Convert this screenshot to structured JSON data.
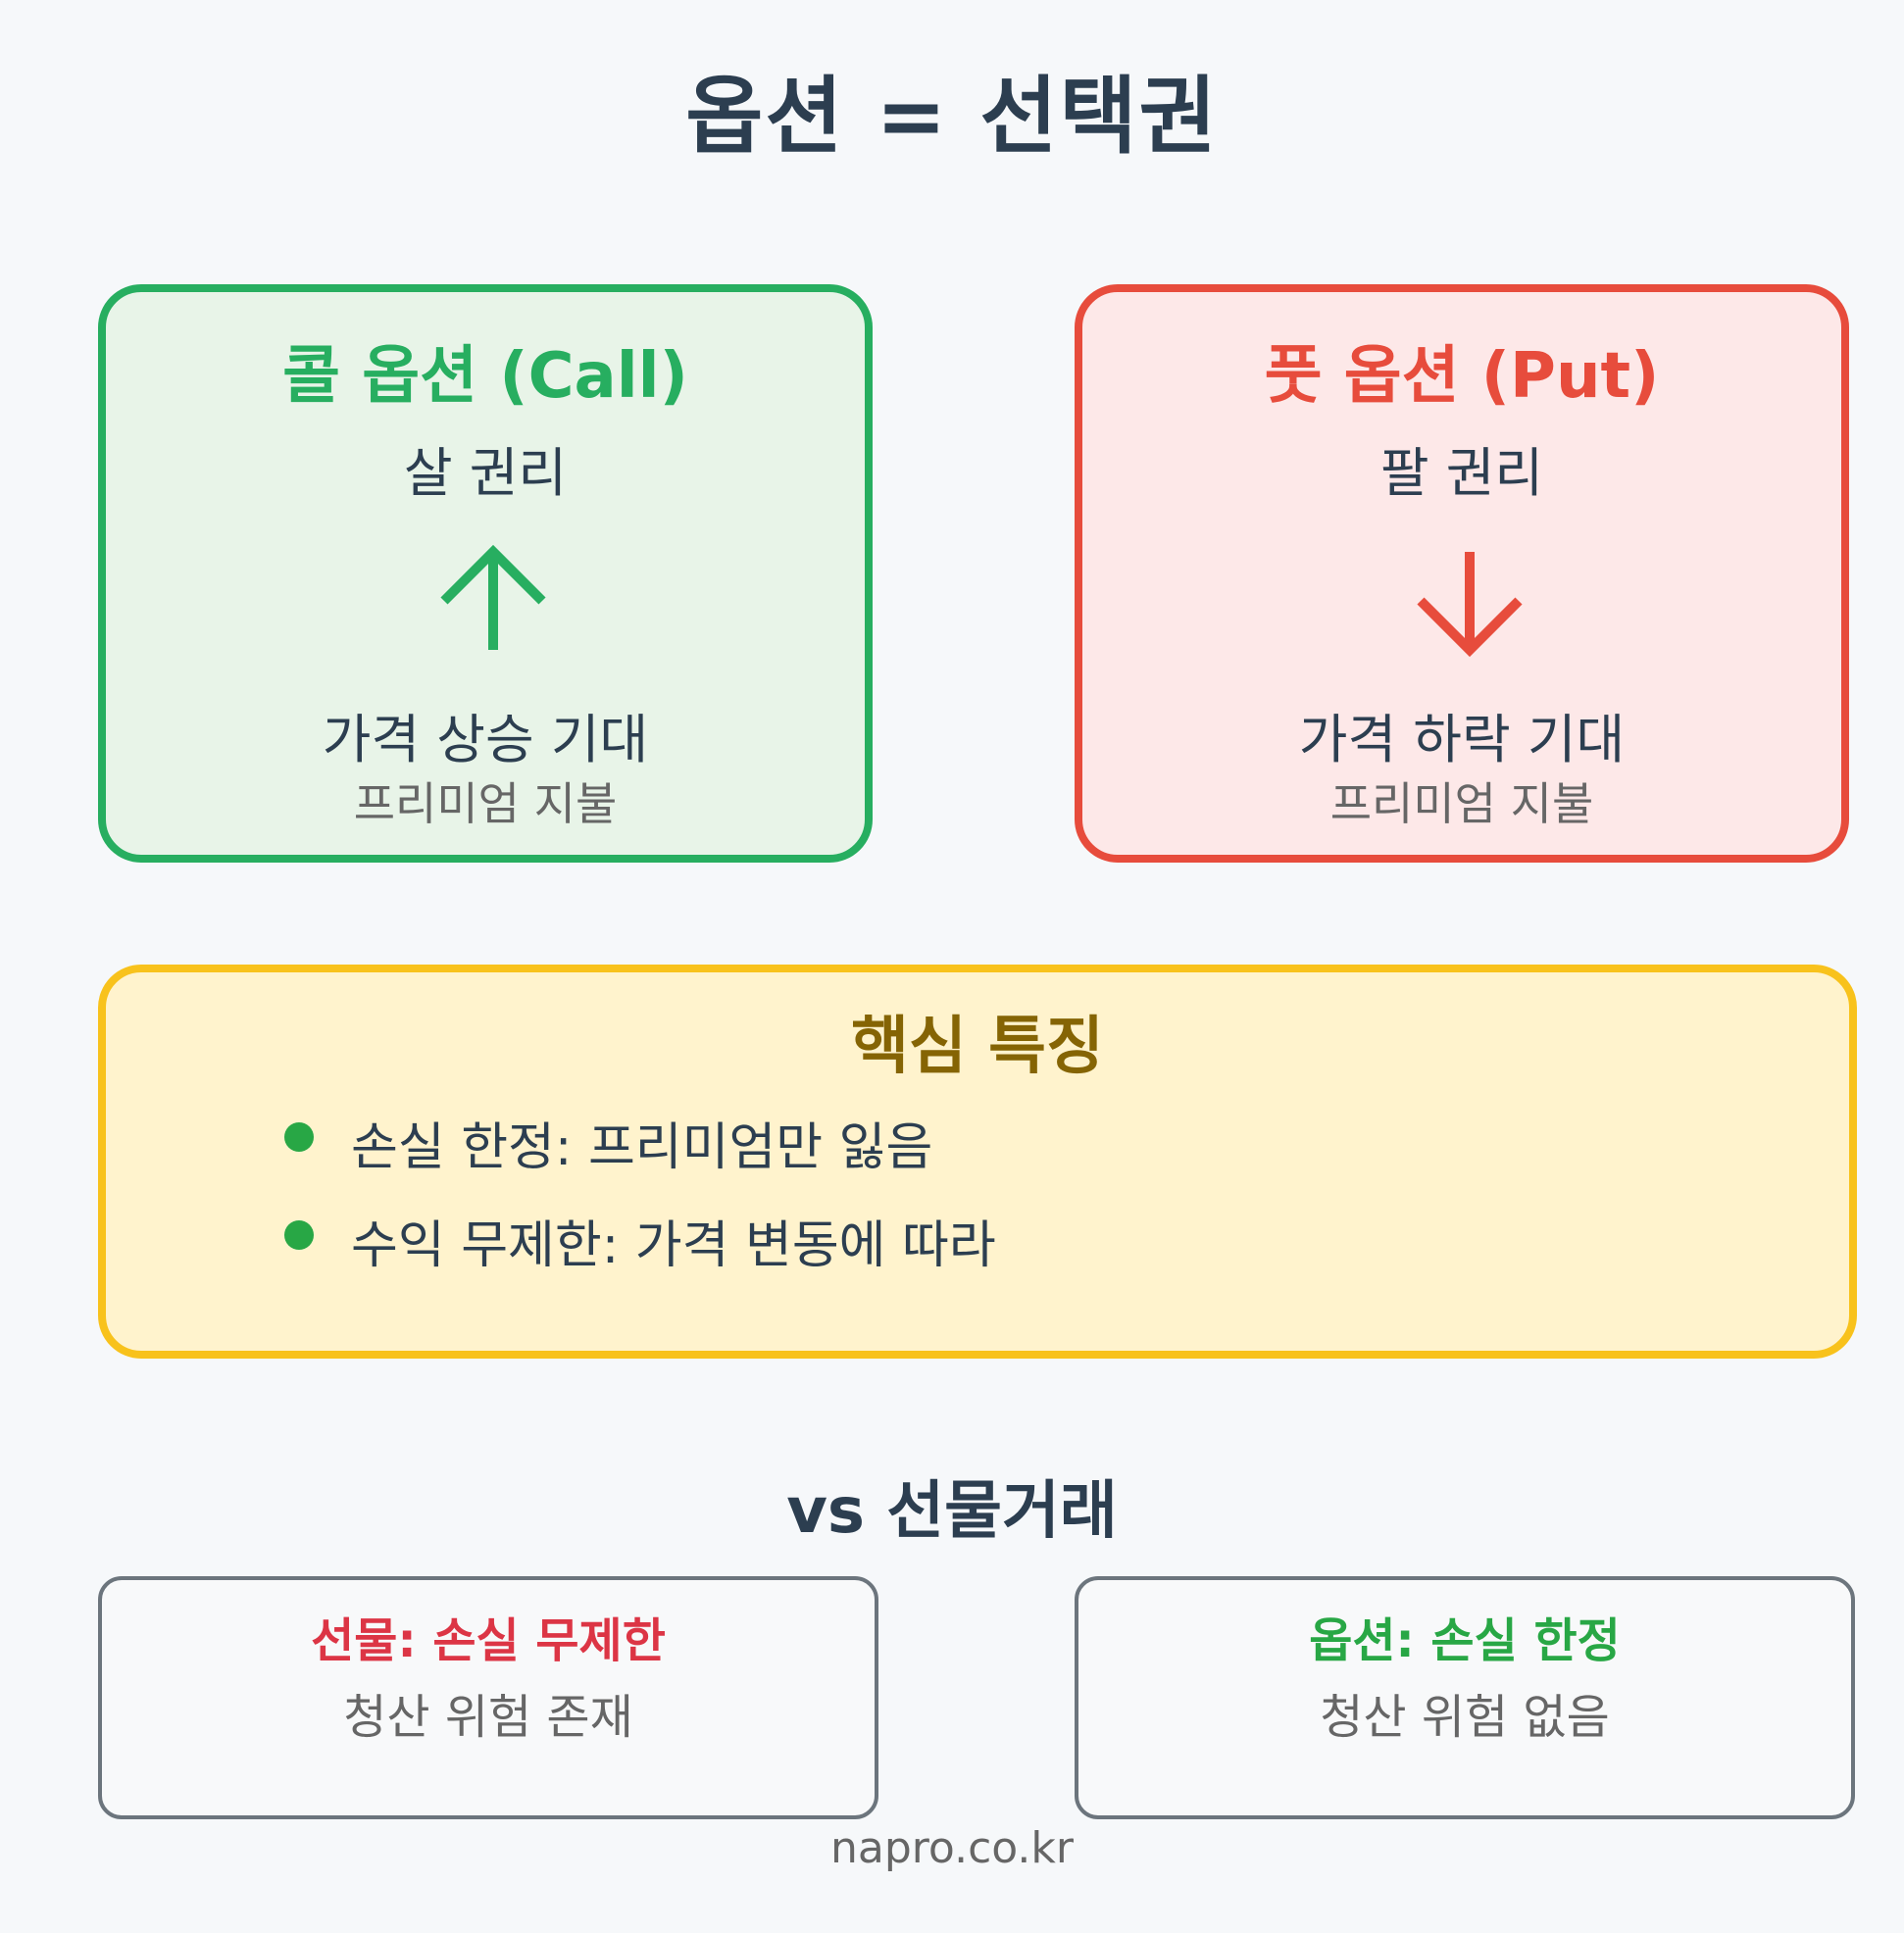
{
  "title": "옵션 = 선택권",
  "call": {
    "title": "콜 옵션 (Call)",
    "right": "살 권리",
    "arrow_icon": "arrow-up-icon",
    "expectation": "가격 상승 기대",
    "premium": "프리미엄 지불",
    "color": "#27ae60",
    "background": "#e8f4e8"
  },
  "put": {
    "title": "풋 옵션 (Put)",
    "right": "팔 권리",
    "arrow_icon": "arrow-down-icon",
    "expectation": "가격 하락 기대",
    "premium": "프리미엄 지불",
    "color": "#e74c3c",
    "background": "#fde8e8"
  },
  "features": {
    "title": "핵심 특징",
    "items": [
      "손실 한정: 프리미엄만 잃음",
      "수익 무제한: 가격 변동에 따라"
    ],
    "bullet_color": "#28a745"
  },
  "comparison": {
    "title": "vs 선물거래",
    "futures": {
      "title": "선물: 손실 무제한",
      "subtitle": "청산 위험 존재",
      "color": "#dc3545"
    },
    "options": {
      "title": "옵션: 손실 한정",
      "subtitle": "청산 위험 없음",
      "color": "#28a745"
    }
  },
  "footer": "napro.co.kr"
}
